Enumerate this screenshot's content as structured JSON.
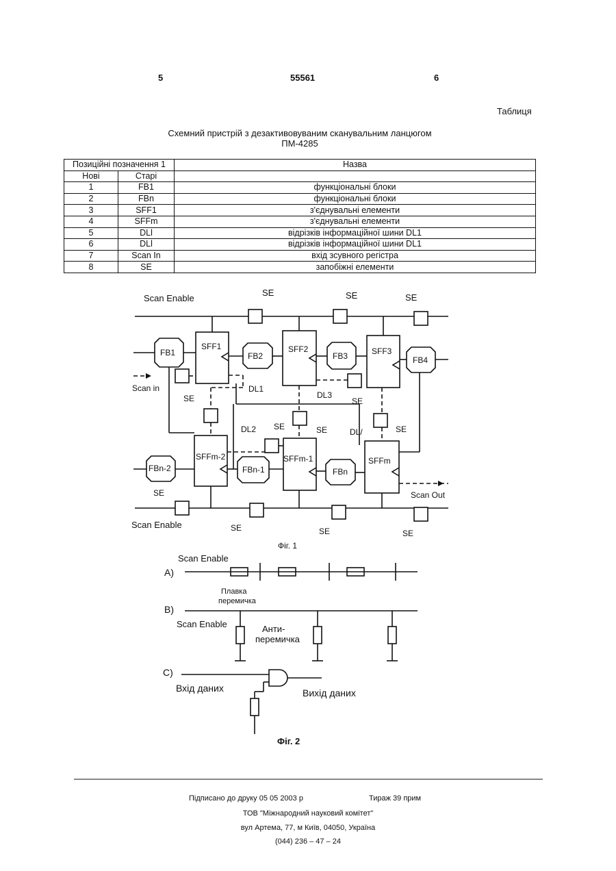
{
  "header": {
    "left_col": "5",
    "doc_no": "55561",
    "right_col": "6"
  },
  "table": {
    "label": "Таблиця",
    "title_line1": "Схемний пристрій з дезактивовуваним сканувальним ланцюгом",
    "title_line2": "ПМ-4285",
    "head_group": "Позиційні позначення 1",
    "head_name": "Назва",
    "head_new": "Нові",
    "head_old": "Старі",
    "rows": [
      {
        "new": "1",
        "old": "FB1",
        "name": "функціональні блоки"
      },
      {
        "new": "2",
        "old": "FBn",
        "name": "функціональні блоки"
      },
      {
        "new": "3",
        "old": "SFF1",
        "name": "з'єднувальні елементи"
      },
      {
        "new": "4",
        "old": "SFFm",
        "name": "з'єднувальні елементи"
      },
      {
        "new": "5",
        "old": "DLl",
        "name": "відрізків інформаційної шини DL1"
      },
      {
        "new": "6",
        "old": "DLl",
        "name": "відрізків інформаційної шини DL1"
      },
      {
        "new": "7",
        "old": "Scan In",
        "name": "вхід зсувного регістра"
      },
      {
        "new": "8",
        "old": "SE",
        "name": "запобіжні елементи"
      }
    ]
  },
  "fig1": {
    "scan_enable": "Scan Enable",
    "se": "SE",
    "scan_in": "Scan in",
    "scan_out": "Scan Out",
    "fb1": "FB1",
    "fb2": "FB2",
    "fb3": "FB3",
    "fb4": "FB4",
    "fbn2": "FBn-2",
    "fbn1": "FBn-1",
    "fbn": "FBn",
    "sff1": "SFF1",
    "sff2": "SFF2",
    "sff3": "SFF3",
    "sffm2": "SFFm-2",
    "sffm1": "SFFm-1",
    "sffm": "SFFm",
    "dl1": "DL1",
    "dl2": "DL2",
    "dl3": "DL3",
    "dll": "DL/",
    "caption": "Фіг. 1"
  },
  "fig2": {
    "a": "A)",
    "b": "B)",
    "c": "C)",
    "scan_enable": "Scan Enable",
    "fuse_line1": "Плавка",
    "fuse_line2": "перемичка",
    "anti_line1": "Анти-",
    "anti_line2": "перемичка",
    "data_in": "Вхід даних",
    "data_out": "Вихід даних",
    "caption": "Фіг. 2"
  },
  "footer": {
    "signed": "Підписано до друку 05 05 2003 р",
    "print_run": "Тираж 39 прим",
    "org": "ТОВ \"Міжнародний науковий комітет\"",
    "address": "вул  Артема, 77, м  Київ, 04050, Україна",
    "phone": "(044) 236 – 47 – 24"
  }
}
